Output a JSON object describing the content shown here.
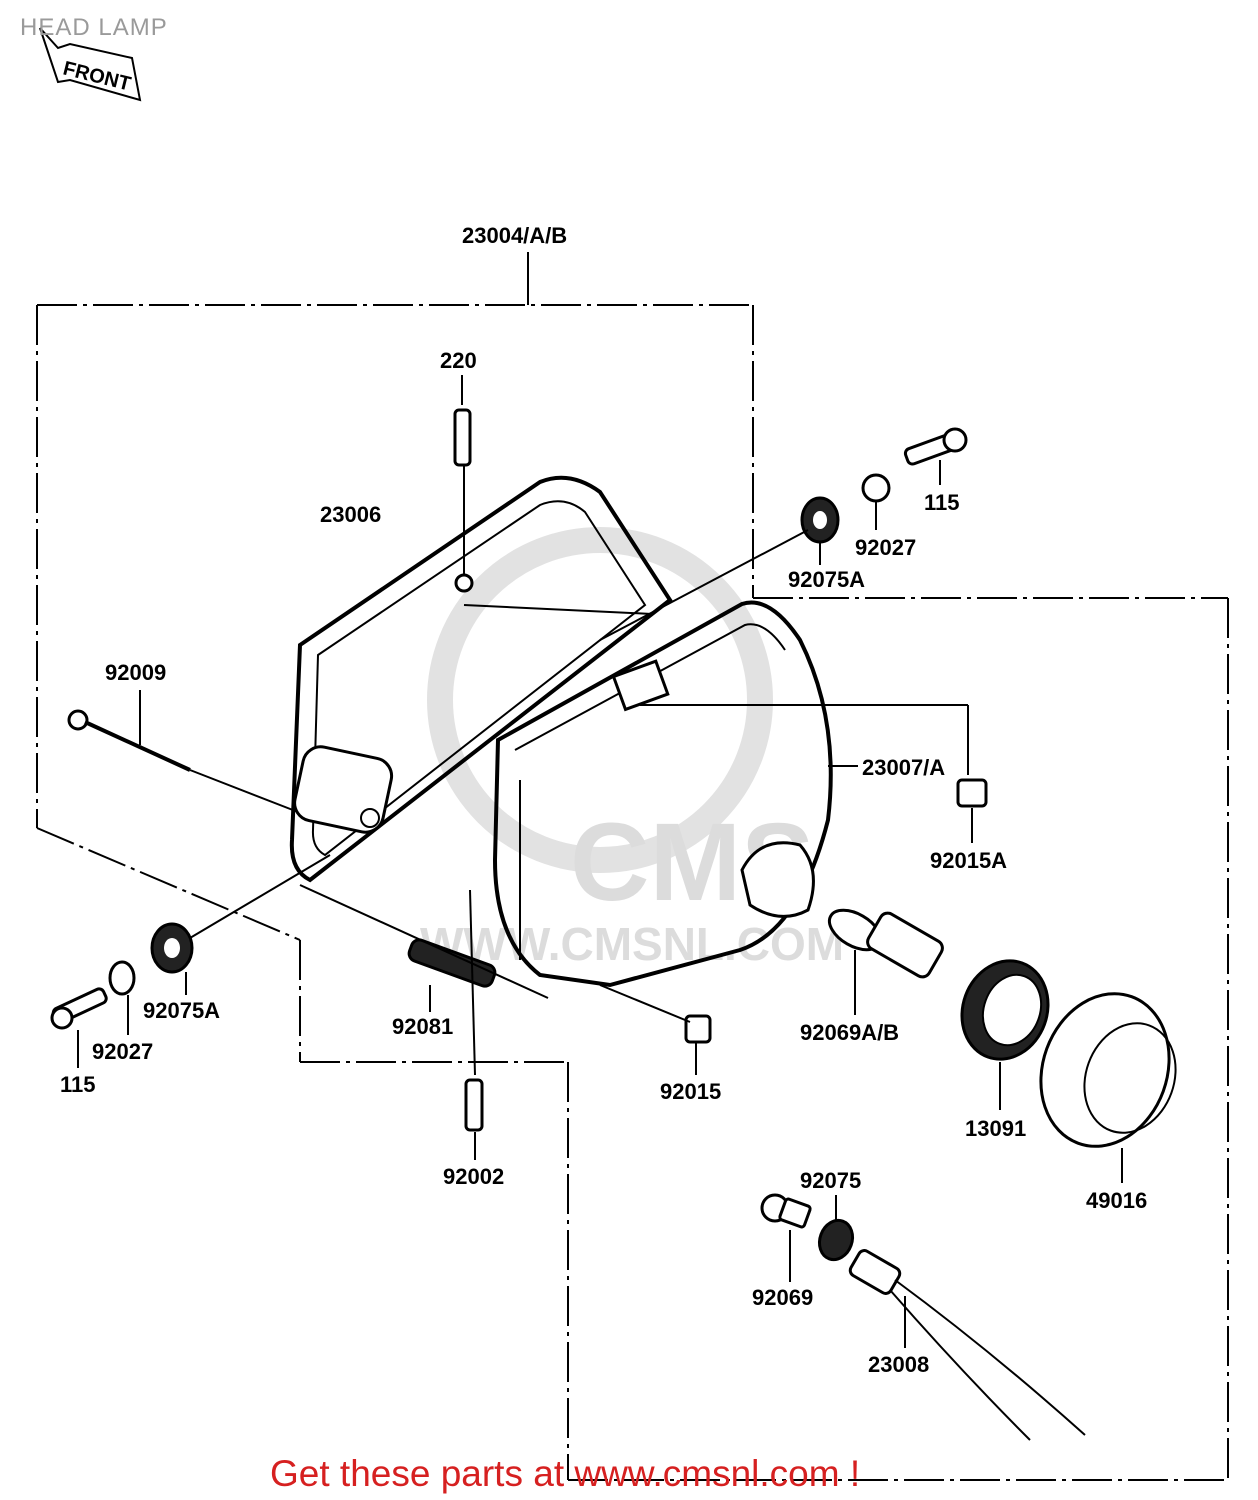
{
  "page": {
    "title": "HEAD LAMP",
    "footer": "Get these parts at www.cmsnl.com !"
  },
  "front_marker": "FRONT",
  "watermark": {
    "brand": "CMS",
    "url": "WWW.CMSNL.COM"
  },
  "part_labels": {
    "p23004": "23004/A/B",
    "p220": "220",
    "p23006": "23006",
    "p115_top": "115",
    "p92027_top": "92027",
    "p92075A_top": "92075A",
    "p92009": "92009",
    "p23007": "23007/A",
    "p92015A": "92015A",
    "p92075A_bot": "92075A",
    "p92027_bot": "92027",
    "p115_bot": "115",
    "p92081": "92081",
    "p92015": "92015",
    "p92069AB": "92069A/B",
    "p13091": "13091",
    "p49016": "49016",
    "p92002": "92002",
    "p92075": "92075",
    "p92069": "92069",
    "p23008": "23008"
  },
  "colors": {
    "line": "#000000",
    "title": "#9a9a9a",
    "footer": "#d62020",
    "watermark": "#dcdcdc"
  }
}
